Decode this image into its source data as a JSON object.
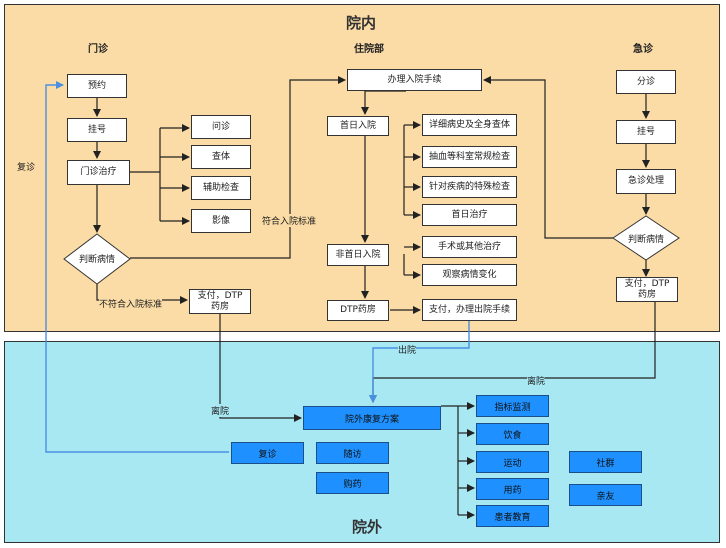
{
  "zones": {
    "inside": "院内",
    "outside": "院外"
  },
  "sections": {
    "outpatient": "门诊",
    "inpatient": "住院部",
    "emergency": "急诊"
  },
  "outpatient": {
    "appointment": "预约",
    "register": "挂号",
    "treatment": "门诊治疗",
    "consult": "问诊",
    "exam": "查体",
    "aux_exam": "辅助检查",
    "imaging": "影像",
    "judge": "判断病情",
    "pay_line1": "支付，DTP",
    "pay_line2": "药房"
  },
  "inpatient": {
    "admission": "办理入院手续",
    "first_day": "首日入院",
    "history": "详细病史及全身查体",
    "blood": "抽血等科室常规检查",
    "special": "针对疾病的特殊检查",
    "first_treat": "首日治疗",
    "non_first_day": "非首日入院",
    "surgery": "手术或其他治疗",
    "observe": "观察病情变化",
    "dtp": "DTP药房",
    "discharge_proc": "支付，办理出院手续"
  },
  "emergency": {
    "triage": "分诊",
    "register": "挂号",
    "handling": "急诊处理",
    "judge": "判断病情",
    "pay_line1": "支付，DTP",
    "pay_line2": "药房"
  },
  "outside": {
    "plan": "院外康复方案",
    "monitor": "指标监测",
    "diet": "饮食",
    "exercise": "运动",
    "medication": "用药",
    "education": "患者教育",
    "revisit": "复诊",
    "followup": "随访",
    "purchase": "购药",
    "community": "社群",
    "family": "亲友"
  },
  "edge_labels": {
    "revisit_side": "复诊",
    "meets_admission": "符合入院标准",
    "not_meet": "不符合入院标准",
    "leave_hospital": "离院",
    "discharged": "出院",
    "leave_hospital_er": "离院"
  },
  "colors": {
    "inside_bg": "#fbdca6",
    "outside_bg": "#a7e8f3",
    "blue_box": "#1e90ff",
    "revisit_arrow": "#4a90e2"
  }
}
